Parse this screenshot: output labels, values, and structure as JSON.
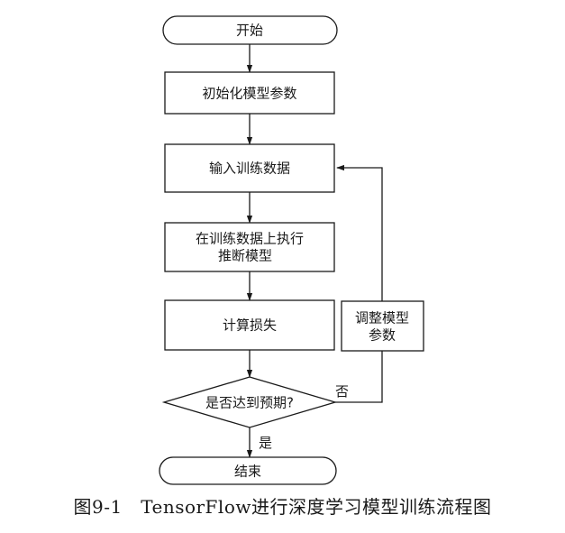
{
  "flowchart": {
    "start": "开始",
    "init": "初始化模型参数",
    "input": "输入训练数据",
    "infer_line1": "在训练数据上执行",
    "infer_line2": "推断模型",
    "loss": "计算损失",
    "decision": "是否达到预期?",
    "adjust_line1": "调整模型",
    "adjust_line2": "参数",
    "end": "结束",
    "yes_label": "是",
    "no_label": "否"
  },
  "caption": "图9-1　TensorFlow进行深度学习模型训练流程图"
}
